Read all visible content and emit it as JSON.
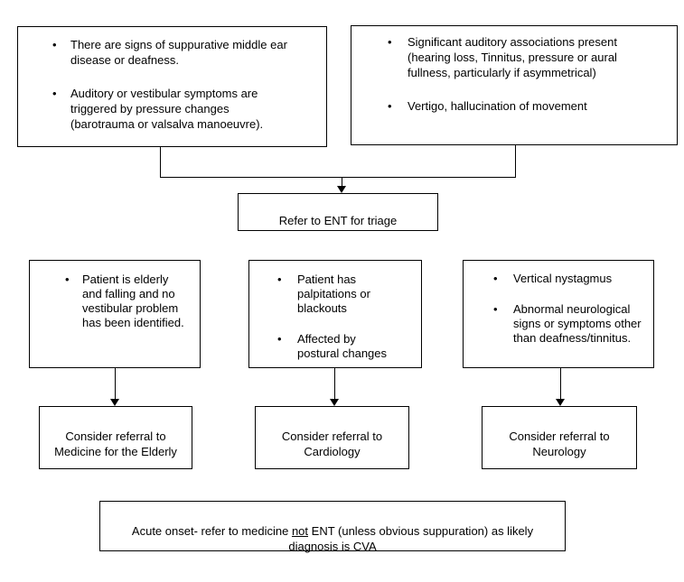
{
  "glyphs": {
    "bullet": "•"
  },
  "colors": {
    "border": "#000000",
    "text": "#000000",
    "background": "#ffffff"
  },
  "boxes": {
    "suppurative": {
      "bullets": [
        "There are signs of suppurative middle ear\ndisease or deafness.",
        "Auditory or vestibular symptoms are\ntriggered by pressure changes\n(barotrauma or valsalva manoeuvre)."
      ]
    },
    "auditory": {
      "bullets": [
        "Significant auditory associations present\n(hearing loss, Tinnitus, pressure or aural\nfullness, particularly if asymmetrical)",
        "Vertigo, hallucination of movement"
      ]
    },
    "ent_triage": {
      "label": "Refer to ENT for triage"
    },
    "elderly_falls": {
      "bullets": [
        "Patient is elderly\nand falling and no\nvestibular problem\nhas been identified."
      ]
    },
    "palpitations": {
      "bullets": [
        "Patient has\npalpitations or\nblackouts",
        "Affected by\npostural changes"
      ]
    },
    "nystagmus": {
      "bullets": [
        "Vertical nystagmus",
        "Abnormal neurological\nsigns or symptoms other\nthan deafness/tinnitus."
      ]
    },
    "referral_elderly": {
      "label": "Consider referral to\nMedicine for the Elderly"
    },
    "referral_cardiology": {
      "label": "Consider referral to\nCardiology"
    },
    "referral_neurology": {
      "label": "Consider referral to\nNeurology"
    },
    "acute_onset": {
      "text_before": "Acute onset- refer to medicine ",
      "text_underlined": "not",
      "text_after": " ENT (unless obvious suppuration) as likely\ndiagnosis is CVA"
    }
  }
}
